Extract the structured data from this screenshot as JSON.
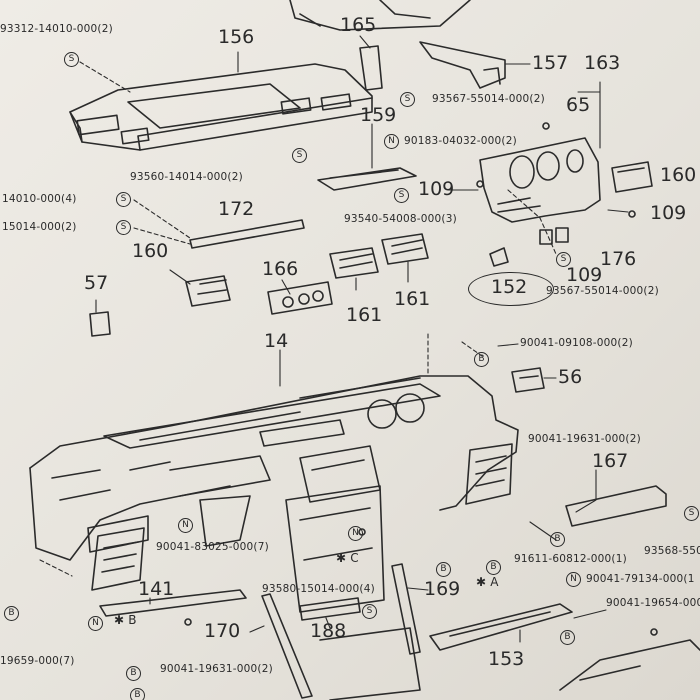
{
  "symbols": {
    "s": "S",
    "n": "N",
    "b": "B"
  },
  "refs": {
    "r156": "156",
    "r165": "165",
    "r157": "157",
    "r163": "163",
    "r65": "65",
    "r159": "159",
    "r160a": "160",
    "r109a": "109",
    "r109b": "109",
    "r109c": "109",
    "r172": "172",
    "r176": "176",
    "r160b": "160",
    "r166": "166",
    "r57": "57",
    "r161a": "161",
    "r161b": "161",
    "r152": "152",
    "r14": "14",
    "r56": "56",
    "r167": "167",
    "r141": "141",
    "r169": "169",
    "r170": "170",
    "r188": "188",
    "r153": "153"
  },
  "part_numbers": {
    "p1": "93312-14010-000(2)",
    "p2": "93567-55014-000(2)",
    "p3": "90183-04032-000(2)",
    "p4": "93560-14014-000(2)",
    "p5": "14010-000(4)",
    "p6": "15014-000(2)",
    "p7": "93540-54008-000(3)",
    "p8": "93567-55014-000(2)",
    "p9": "90041-09108-000(2)",
    "p10": "90041-19631-000(2)",
    "p11": "90041-83025-000(7)",
    "p12": "91611-60812-000(1)",
    "p13": "93568-550",
    "p14": "90041-79134-000(1",
    "p15": "93580-15014-000(4)",
    "p16": "90041-19654-000",
    "p17": "19659-000(7)",
    "p18": "90041-19631-000(2)"
  },
  "markers": {
    "mA": "✱ A",
    "mB": "✱ B",
    "mC": "✱ C"
  }
}
